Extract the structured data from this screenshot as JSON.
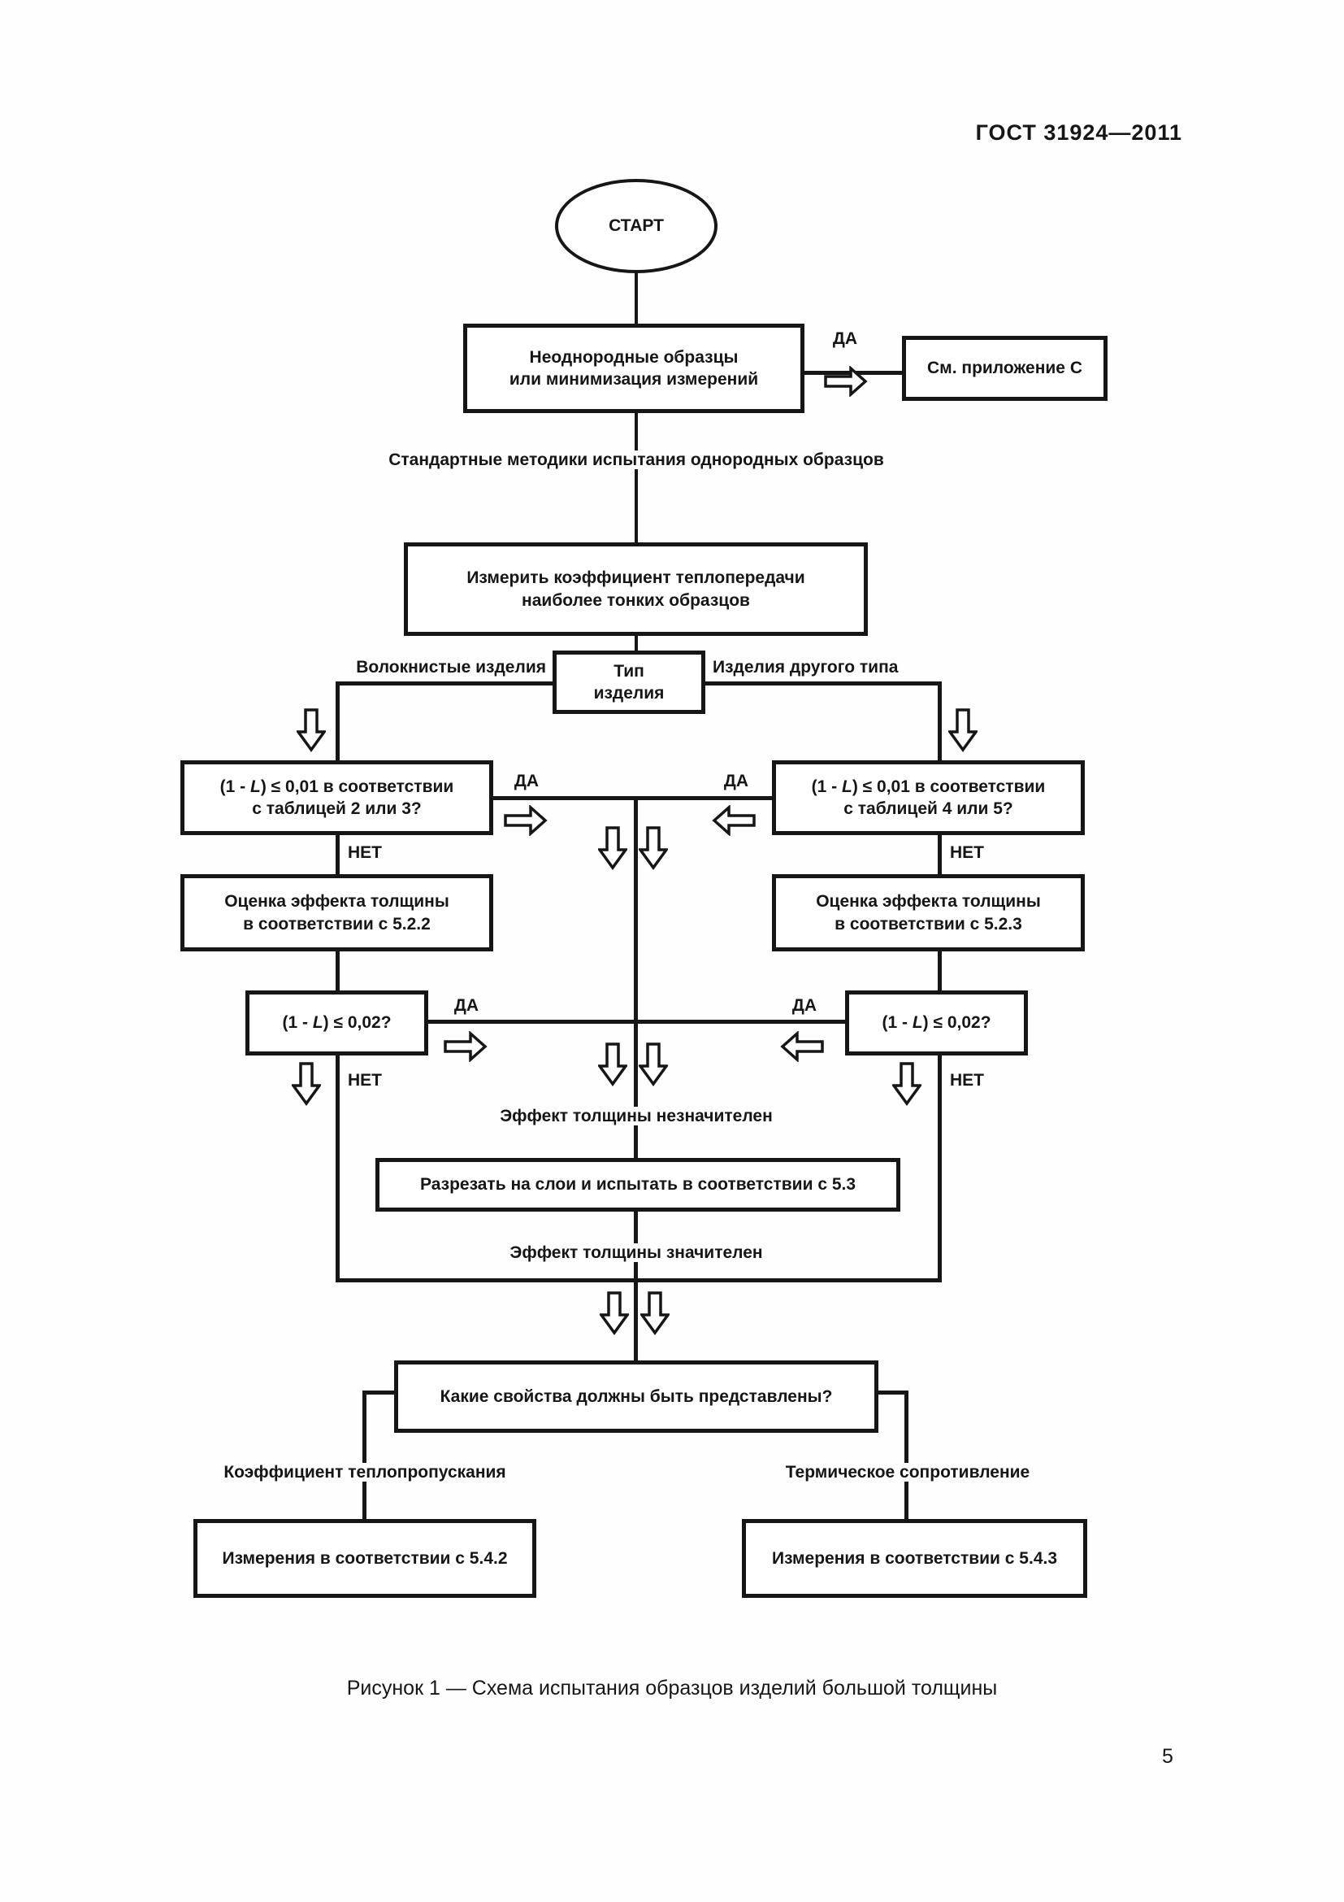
{
  "page": {
    "header": "ГОСТ 31924—2011",
    "caption": "Рисунок 1 — Схема испытания образцов изделий большой толщины",
    "page_number": "5",
    "ink_color": "#161616",
    "paper_color": "#fefefe"
  },
  "labels": {
    "yes": "ДА",
    "no": "НЕТ",
    "standard_methods": "Стандартные методики испытания однородных образцов",
    "fibrous": "Волокнистые изделия",
    "other_type": "Изделия другого типа",
    "insignificant": "Эффект толщины незначителен",
    "significant": "Эффект толщины значителен",
    "transmittance": "Коэффициент теплопропускания",
    "resistance": "Термическое сопротивление"
  },
  "nodes": {
    "start": "СТАРТ",
    "heterogeneous": "Неоднородные образцы\nили минимизация измерений",
    "see_appendix": "См. приложение С",
    "measure_thin": "Измерить коэффициент теплопередачи\nнаиболее тонких образцов",
    "product_type": "Тип\nизделия",
    "q01_left": {
      "pre": "(1 - ",
      "var": "L",
      "post": ") ≤ 0,01 в соответствии",
      "line2": "с таблицей 2 или 3?"
    },
    "q01_right": {
      "pre": "(1 - ",
      "var": "L",
      "post": ") ≤ 0,01 в соответствии",
      "line2": "с таблицей 4 или 5?"
    },
    "eval_left": "Оценка эффекта толщины\nв соответствии с 5.2.2",
    "eval_right": "Оценка эффекта толщины\nв соответствии с 5.2.3",
    "q02_left": {
      "pre": "(1 - ",
      "var": "L",
      "post": ") ≤ 0,02?"
    },
    "q02_right": {
      "pre": "(1 - ",
      "var": "L",
      "post": ") ≤ 0,02?"
    },
    "cut_layers": "Разрезать на слои и испытать в соответствии с 5.3",
    "which_props": "Какие свойства должны быть представлены?",
    "meas_left": "Измерения в соответствии с 5.4.2",
    "meas_right": "Измерения в соответствии с 5.4.3"
  },
  "icons": {
    "flow_arrow_down": "hollow down arrow",
    "flow_arrow_right": "hollow right arrow",
    "flow_arrow_left": "hollow left arrow"
  }
}
